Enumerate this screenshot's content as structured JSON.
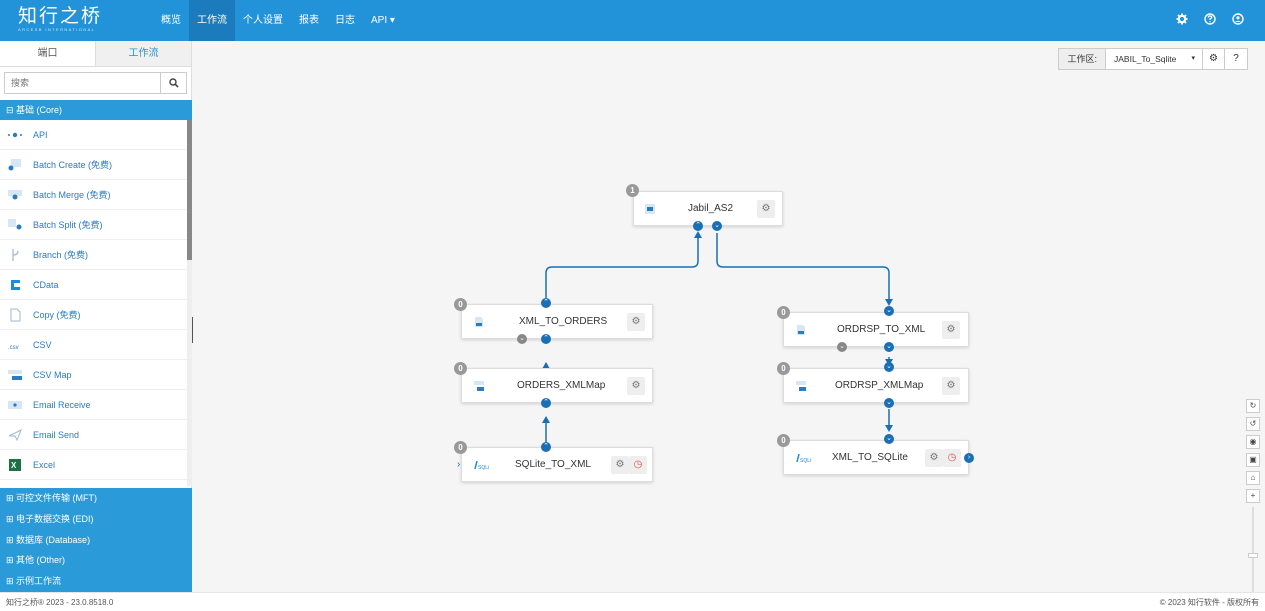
{
  "header": {
    "logo": "知行之桥",
    "logo_sub": "ARCESB INTERNATIONAL",
    "nav": [
      "概览",
      "工作流",
      "个人设置",
      "报表",
      "日志",
      "API ▾"
    ],
    "icons": [
      "gear-icon",
      "help-icon",
      "user-icon"
    ]
  },
  "sidebar": {
    "tabs": [
      "端口",
      "工作流"
    ],
    "search_placeholder": "搜索",
    "core_header": "⊟ 基础 (Core)",
    "items": [
      {
        "label": "API",
        "icon": "api-icon"
      },
      {
        "label": "Batch Create (免费)",
        "icon": "batch-create-icon"
      },
      {
        "label": "Batch Merge (免费)",
        "icon": "batch-merge-icon"
      },
      {
        "label": "Batch Split (免费)",
        "icon": "batch-split-icon"
      },
      {
        "label": "Branch (免费)",
        "icon": "branch-icon"
      },
      {
        "label": "CData",
        "icon": "cdata-icon"
      },
      {
        "label": "Copy (免费)",
        "icon": "copy-icon"
      },
      {
        "label": "CSV",
        "icon": "csv-icon"
      },
      {
        "label": "CSV Map",
        "icon": "csv-map-icon"
      },
      {
        "label": "Email Receive",
        "icon": "email-receive-icon"
      },
      {
        "label": "Email Send",
        "icon": "email-send-icon"
      },
      {
        "label": "Excel",
        "icon": "excel-icon"
      }
    ],
    "groups": [
      "⊞ 可控文件传输 (MFT)",
      "⊞ 电子数据交换 (EDI)",
      "⊞ 数据库 (Database)",
      "⊞ 其他 (Other)",
      "⊞ 示例工作流"
    ]
  },
  "workspace": {
    "label": "工作区:",
    "selected": "JABIL_To_Sqlite"
  },
  "flow": {
    "nodes": [
      {
        "id": "jabil",
        "label": "Jabil_AS2",
        "badge": "1"
      },
      {
        "id": "x2o",
        "label": "XML_TO_ORDERS",
        "badge": "0"
      },
      {
        "id": "om",
        "label": "ORDERS_XMLMap",
        "badge": "0"
      },
      {
        "id": "s2x",
        "label": "SQLite_TO_XML",
        "badge": "0"
      },
      {
        "id": "o2x",
        "label": "ORDRSP_TO_XML",
        "badge": "0"
      },
      {
        "id": "rm",
        "label": "ORDRSP_XMLMap",
        "badge": "0"
      },
      {
        "id": "x2s",
        "label": "XML_TO_SQLite",
        "badge": "0"
      }
    ]
  },
  "footer": {
    "left": "知行之桥® 2023 - 23.0.8518.0",
    "right": "© 2023 知行软件 - 版权所有"
  },
  "colors": {
    "primary": "#2293d9",
    "connector": "#1a6fb5"
  }
}
